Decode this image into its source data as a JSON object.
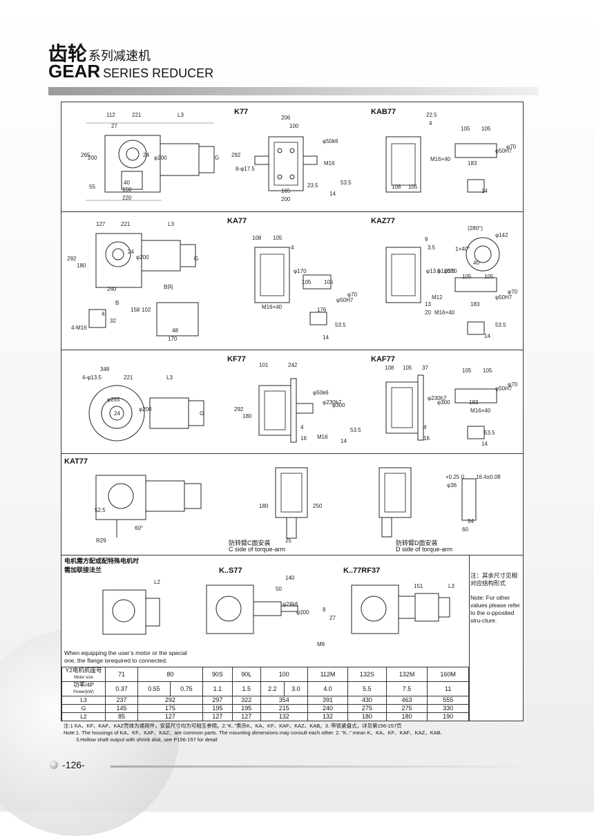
{
  "header": {
    "title_cn_big": "齿轮",
    "title_cn_small": "系列减速机",
    "title_en_big": "GEAR",
    "title_en_small": "SERIES REDUCER"
  },
  "sections": {
    "k77": {
      "label": "K77",
      "dims": [
        "112",
        "221",
        "L3",
        "27",
        "265",
        "200",
        "24",
        "φ200",
        "G",
        "40",
        "55",
        "150",
        "220"
      ]
    },
    "k77_side": {
      "dims": [
        "206",
        "100",
        "φ50k6",
        "292",
        "8-φ17.5",
        "M16",
        "23.5",
        "165",
        "200",
        "14",
        "53.5"
      ]
    },
    "kab77": {
      "label": "KAB77",
      "dims": [
        "22.5",
        "4",
        "105",
        "105",
        "φ50H7",
        "φ70",
        "M16×40",
        "183",
        "108",
        "105",
        "14"
      ]
    },
    "ka77": {
      "label": "KA77",
      "dims": [
        "127",
        "221",
        "L3",
        "292",
        "180",
        "φ200",
        "24",
        "G",
        "240",
        "B向",
        "B",
        "158",
        "102",
        "48",
        "170",
        "4-M16",
        "32",
        "4"
      ]
    },
    "ka77_side": {
      "dims": [
        "108",
        "105",
        "4",
        "φ170",
        "105",
        "105",
        "φ50H7",
        "φ70",
        "M16×40",
        "176",
        "53.5",
        "14"
      ]
    },
    "kaz77": {
      "label": "KAZ77",
      "dims": [
        "9",
        "3.5",
        "(280°)",
        "1×40°",
        "φ142",
        "40",
        "φ13.5",
        "φ125f6",
        "φ170",
        "M12",
        "13",
        "20",
        "105",
        "105",
        "φ50H7",
        "φ70",
        "183",
        "M16×40",
        "53.5",
        "14"
      ]
    },
    "kf77": {
      "label": "KF77",
      "dims": [
        "348",
        "4-φ13.5",
        "221",
        "L3",
        "φ265",
        "24",
        "φ200",
        "G"
      ]
    },
    "kf77_side": {
      "dims": [
        "101",
        "242",
        "292",
        "180",
        "φ50k6",
        "φ230h7",
        "φ300",
        "4",
        "16",
        "M16",
        "14",
        "53.5"
      ]
    },
    "kaf77": {
      "label": "KAF77",
      "dims": [
        "108",
        "105",
        "37",
        "φ230h7",
        "φ300",
        "4",
        "16",
        "105",
        "105",
        "φ50H7",
        "φ70",
        "183",
        "M16×40",
        "53.5",
        "14"
      ]
    },
    "kat77": {
      "label": "KAT77",
      "dims": [
        "52.5",
        "60°",
        "R29",
        "180",
        "250",
        "25",
        "φ36",
        "+0.25 0",
        "16.4±0.08",
        "54",
        "60"
      ]
    },
    "kat_c": {
      "cap_cn": "防转臂C面安装",
      "cap_en": "C side of torque-arm"
    },
    "kat_d": {
      "cap_cn": "防转臂D面安装",
      "cap_en": "D side of torque-arm"
    },
    "ks77": {
      "label": "K..S77",
      "dims": [
        "140",
        "50",
        "φ24k6",
        "φ200",
        "8",
        "27",
        "M8"
      ]
    },
    "k77rf37": {
      "label": "K..77RF37",
      "dims": [
        "151",
        "L3"
      ]
    },
    "motor_note": {
      "cn_line1": "电机需方配或配特殊电机时",
      "cn_line2": "需加联接法兰",
      "l2": "L2"
    },
    "equip_note": {
      "line1": "When equipping the user’s motor or the special",
      "line2": "one, the flange isrequired to connected."
    },
    "side_note": {
      "cn": "注：其余尺寸见相对应结构形式",
      "en": "Note: For other values please refer to the o-pposited stru-cture."
    }
  },
  "table": {
    "motor_size_cn": "Y2电机机座号",
    "motor_size_en": "Motor size",
    "motor_sizes": [
      "71",
      "80",
      "90S",
      "90L",
      "100",
      "112M",
      "132S",
      "132M",
      "160M"
    ],
    "power_cn": "功率/4P",
    "power_en": "Power(kW)",
    "powers": [
      "0.37",
      "0.55",
      "0.75",
      "1.1",
      "1.5",
      "2.2",
      "3.0",
      "4.0",
      "5.5",
      "7.5",
      "11"
    ],
    "rows": [
      {
        "name": "L3",
        "values": [
          "237",
          "292",
          "297",
          "322",
          "354",
          "391",
          "430",
          "463",
          "555"
        ]
      },
      {
        "name": "G",
        "values": [
          "145",
          "175",
          "195",
          "195",
          "215",
          "240",
          "275",
          "275",
          "330"
        ]
      },
      {
        "name": "L2",
        "values": [
          "85",
          "127",
          "127",
          "127",
          "132",
          "132",
          "180",
          "180",
          "190"
        ]
      }
    ]
  },
  "footnotes": {
    "cn": "注:1 KA、KF、KAF、KAZ壳体为通用件，安装尺寸均为可相互参照。2.“K..”表示K、KA、KF、KAF、KAZ、KAB。3. 带锁紧盘式，详见第156-157页",
    "en1": "Note:1. The housings of KA、KF、KAF、KAZ、are common parts. The mounting dimensions may consult each other.    2. “K..” mean K、KA、KF、KAF、KAZ、KAB.",
    "en2": "3.Hollow shaft output with shrink disk, see P156-157 for detail"
  },
  "page": {
    "number": "-126-"
  }
}
